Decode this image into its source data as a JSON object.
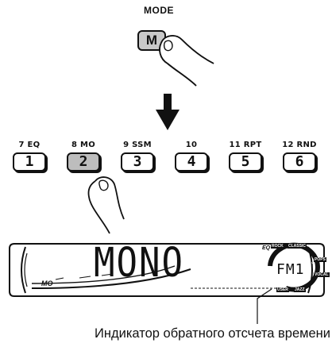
{
  "mode_section": {
    "label": "MODE",
    "button_label": "M"
  },
  "preset_buttons": [
    {
      "label": "7 EQ",
      "key": "1",
      "active": false
    },
    {
      "label": "8 MO",
      "key": "2",
      "active": true
    },
    {
      "label": "9 SSM",
      "key": "3",
      "active": false
    },
    {
      "label": "10",
      "key": "4",
      "active": false
    },
    {
      "label": "11 RPT",
      "key": "5",
      "active": false
    },
    {
      "label": "12 RND",
      "key": "6",
      "active": false
    }
  ],
  "display": {
    "main_text": "MONO",
    "mono_indicator": "MO",
    "band": "FM1",
    "eq_label": "EQ",
    "eq_modes": [
      "ROCK",
      "CLASSIC",
      "POPS",
      "VOCAL",
      "JAZZ",
      "USER"
    ]
  },
  "caption": "Индикатор обратного отсчета времени"
}
